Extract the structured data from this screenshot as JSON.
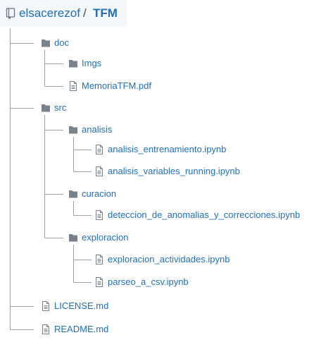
{
  "breadcrumb": {
    "owner": "elsacerezof",
    "separator": "/",
    "repo": "TFM"
  },
  "icons": {
    "folder": "folder-icon",
    "file": "file-icon",
    "repo": "repo-icon"
  },
  "colors": {
    "link": "#1f6fc1",
    "folder": "#79828b",
    "tree_line": "#9aa1a9",
    "header_bg": "#f4f7fb"
  },
  "tree": {
    "doc": "doc",
    "imgs": "Imgs",
    "memoria": "MemoriaTFM.pdf",
    "src": "src",
    "analisis": "analisis",
    "analisis_entrenamiento": "analisis_entrenamiento.ipynb",
    "analisis_variables": "analisis_variables_running.ipynb",
    "curacion": "curacion",
    "deteccion": "deteccion_de_anomalias_y_correcciones.ipynb",
    "exploracion": "exploracion",
    "exploracion_actividades": "exploracion_actividades.ipynb",
    "parseo": "parseo_a_csv.ipynb",
    "license": "LICENSE.md",
    "readme": "README.md"
  }
}
